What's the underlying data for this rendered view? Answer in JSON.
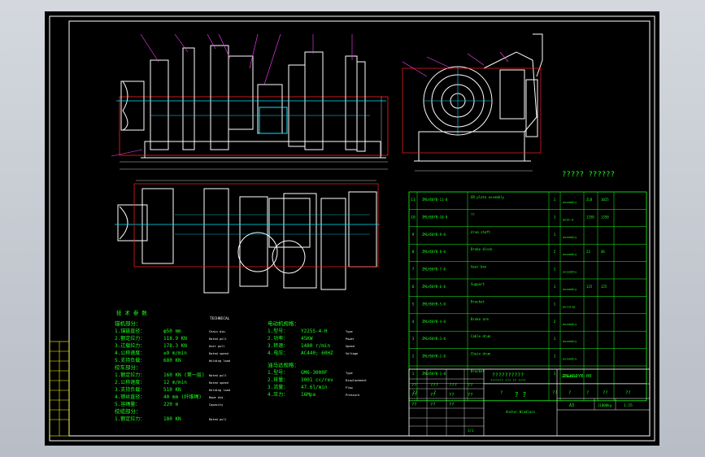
{
  "drawing": {
    "title_cn": "????? ??????",
    "parts_header": {
      "col_no": "??",
      "col_code": "?",
      "col_name": "?",
      "col_qty": "??",
      "col_mat": "?",
      "col_unit": "?",
      "col_total": "??",
      "col_note": "??"
    },
    "parts_rows": [
      {
        "no": "11",
        "code": "ZMLH50YB-11-0",
        "name": "EN plate assembly",
        "qty": "1",
        "mat": "assembly",
        "unit": "ZLB",
        "total": "1025"
      },
      {
        "no": "10",
        "code": "ZMLH50YB-10-0",
        "name": "??",
        "qty": "1",
        "mat": "Q235-A",
        "unit": "1350",
        "total": "1350"
      },
      {
        "no": "9",
        "code": "ZMLH50YB-9-0",
        "name": "drum shaft",
        "qty": "1",
        "mat": "assembly",
        "unit": "",
        "total": ""
      },
      {
        "no": "8",
        "code": "ZMLH50YB-8-0",
        "name": "Brake block",
        "qty": "2",
        "mat": "assembly",
        "unit": "23",
        "total": "46"
      },
      {
        "no": "7",
        "code": "ZMLH50YB-7-0",
        "name": "Gear box",
        "qty": "1",
        "mat": "assembly",
        "unit": "",
        "total": ""
      },
      {
        "no": "6",
        "code": "ZMLH50YB-6-0",
        "name": "Support",
        "qty": "1",
        "mat": "assembly",
        "unit": "125",
        "total": "125"
      },
      {
        "no": "5",
        "code": "ZMLH50YB-5-0",
        "name": "Bracket",
        "qty": "1",
        "mat": "welding",
        "unit": "",
        "total": ""
      },
      {
        "no": "4",
        "code": "ZMLH50YB-4-0",
        "name": "Brake arm",
        "qty": "2",
        "mat": "assembly",
        "unit": "",
        "total": ""
      },
      {
        "no": "3",
        "code": "ZMLH50YB-3-0",
        "name": "Cable drum",
        "qty": "1",
        "mat": "assembly",
        "unit": "",
        "total": ""
      },
      {
        "no": "2",
        "code": "ZMLH50YB-2-0",
        "name": "Chain drum",
        "qty": "1",
        "mat": "assembly",
        "unit": "",
        "total": ""
      },
      {
        "no": "1",
        "code": "ZMLH50YB-1-0",
        "name": "Bracket",
        "qty": "1",
        "mat": "assembly",
        "unit": "",
        "total": ""
      }
    ],
    "title_block": {
      "project": "??????????",
      "subtitle": "??????? ??? ?? ????",
      "drawing_no": "ZMLH50YB-00",
      "name_cn": "? ?",
      "name_en": "Anchor Windlass",
      "scale_label": "A3",
      "weight": "11000kg",
      "scale": "1:25",
      "sheet": "1/1",
      "cells": [
        "??",
        "???",
        "???",
        "??",
        "??",
        "??",
        "??",
        "??",
        "??",
        "??",
        "??"
      ]
    },
    "spec_title": "技 术 参 数",
    "spec_title_en": "TECHNICAL",
    "windlass_header": "锚机部分：",
    "windlass_params": [
      {
        "label": "1.锚链直径：",
        "value": "φ50 mm",
        "en": "Chain dia."
      },
      {
        "label": "2.额定拉力：",
        "value": "118.9 KN",
        "en": "Rated pull"
      },
      {
        "label": "3.过载拉力：",
        "value": "178.3 KN",
        "en": "Over pull"
      },
      {
        "label": "4.公称速度：",
        "value": "≥9 m/min",
        "en": "Rated speed"
      },
      {
        "label": "5.支持负载：",
        "value": "680 KN",
        "en": "Holding load"
      }
    ],
    "mooring_header": "绞车部分：",
    "mooring_params": [
      {
        "label": "1.额定拉力：",
        "value": "160 KN (第一层)",
        "en": "Rated pull"
      },
      {
        "label": "2.公称速度：",
        "value": "12 m/min",
        "en": "Rated speed"
      },
      {
        "label": "3.支持负载：",
        "value": "510 KN",
        "en": "Holding load"
      },
      {
        "label": "4.钢丝直径：",
        "value": "40 mm (纤维绳)",
        "en": "Rope dia."
      },
      {
        "label": "5.容绳量：",
        "value": "220 m",
        "en": "Capacity"
      }
    ],
    "warping_header": "绞缆部分：",
    "warping_params": [
      {
        "label": "1.额定拉力：",
        "value": "180 KN",
        "en": "Rated pull"
      }
    ],
    "motor_header": "电动机规格：",
    "motor_params": [
      {
        "label": "1.型号：",
        "value": "Y225S-4-H",
        "en": "Type"
      },
      {
        "label": "2.功率：",
        "value": "45KW",
        "en": "Power"
      },
      {
        "label": "3.转速：",
        "value": "1480 r/min",
        "en": "Speed"
      },
      {
        "label": "4.电压：",
        "value": "AC440; 60HZ",
        "en": "Voltage"
      }
    ],
    "pump_header": "油马达规格：",
    "pump_params": [
      {
        "label": "1.型号：",
        "value": "GM6-3000F",
        "en": "Type"
      },
      {
        "label": "2.排量：",
        "value": "3001 cc/rev",
        "en": "Displacement"
      },
      {
        "label": "3.流量：",
        "value": "47.6l/min",
        "en": "Flow"
      },
      {
        "label": "4.压力：",
        "value": "16Mpa",
        "en": "Pressure"
      }
    ]
  }
}
